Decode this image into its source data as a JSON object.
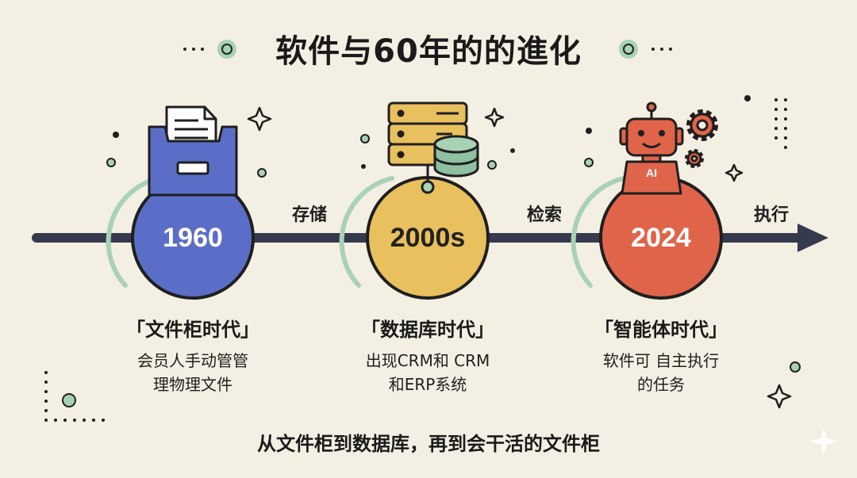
{
  "title": "软件与60年的的進化",
  "eras": [
    {
      "year": "1960",
      "title": "「文件柜时代」",
      "desc_line1": "会员人手动管管",
      "desc_line2": "理物理文件",
      "color": "#5b6ec7"
    },
    {
      "year": "2000s",
      "title": "「数据库时代」",
      "desc_line1": "出现CRM和 CRM",
      "desc_line2": "和ERP系统",
      "color": "#e9c05e"
    },
    {
      "year": "2024",
      "title": "「智能体时代」",
      "desc_line1": "软件可 自主执行",
      "desc_line2": "的任务",
      "color": "#e0644a"
    }
  ],
  "transitions": [
    "存储",
    "检索",
    "执行"
  ],
  "robot_badge": "AI",
  "footer": "从文件柜到数据库，再到会干活的文件柜",
  "colors": {
    "timeline": "#363a4f",
    "accent_green": "#8fc0a0",
    "background": "#f4efe3"
  },
  "icons": [
    "file-cabinet-icon",
    "database-server-icon",
    "robot-icon",
    "gear-icon",
    "sparkle-icon"
  ]
}
